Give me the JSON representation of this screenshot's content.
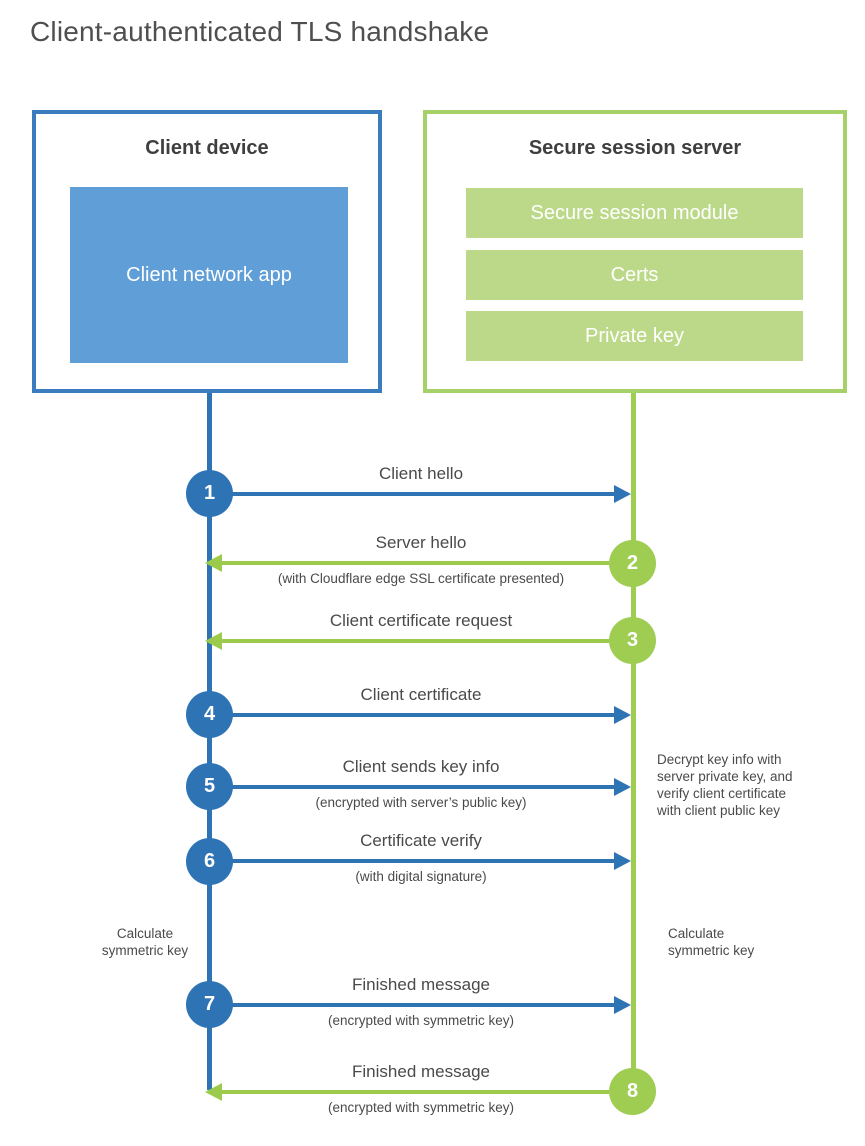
{
  "title": "Client-authenticated TLS handshake",
  "colors": {
    "blue_accent": "#2e74b5",
    "blue_border": "#3a7cbd",
    "blue_fill": "#5f9ed6",
    "green_accent": "#9ecd52",
    "green_border": "#a6d168",
    "green_fill": "#bcd98a",
    "text_gray": "#4a4a4a"
  },
  "client": {
    "title": "Client device",
    "app_label": "Client network app"
  },
  "server": {
    "title": "Secure session server",
    "modules": [
      "Secure session module",
      "Certs",
      "Private key"
    ]
  },
  "messages": [
    {
      "num": "1",
      "label": "Client hello",
      "sub": "",
      "direction": "client-to-server",
      "color": "blue"
    },
    {
      "num": "2",
      "label": "Server hello",
      "sub": "(with Cloudflare edge SSL certificate presented)",
      "direction": "server-to-client",
      "color": "green"
    },
    {
      "num": "3",
      "label": "Client certificate request",
      "sub": "",
      "direction": "server-to-client",
      "color": "green"
    },
    {
      "num": "4",
      "label": "Client certificate",
      "sub": "",
      "direction": "client-to-server",
      "color": "blue"
    },
    {
      "num": "5",
      "label": "Client sends key info",
      "sub": "(encrypted with server’s public key)",
      "direction": "client-to-server",
      "color": "blue"
    },
    {
      "num": "6",
      "label": "Certificate verify",
      "sub": "(with digital signature)",
      "direction": "client-to-server",
      "color": "blue"
    },
    {
      "num": "7",
      "label": "Finished message",
      "sub": "(encrypted with symmetric key)",
      "direction": "client-to-server",
      "color": "blue"
    },
    {
      "num": "8",
      "label": "Finished message",
      "sub": "(encrypted with symmetric key)",
      "direction": "server-to-client",
      "color": "green"
    }
  ],
  "annotations": {
    "left_calc": "Calculate\nsymmetric key",
    "right_calc": "Calculate\nsymmetric key",
    "decrypt_note": "Decrypt key info with\nserver private key, and\nverify client certificate\nwith client public key"
  }
}
